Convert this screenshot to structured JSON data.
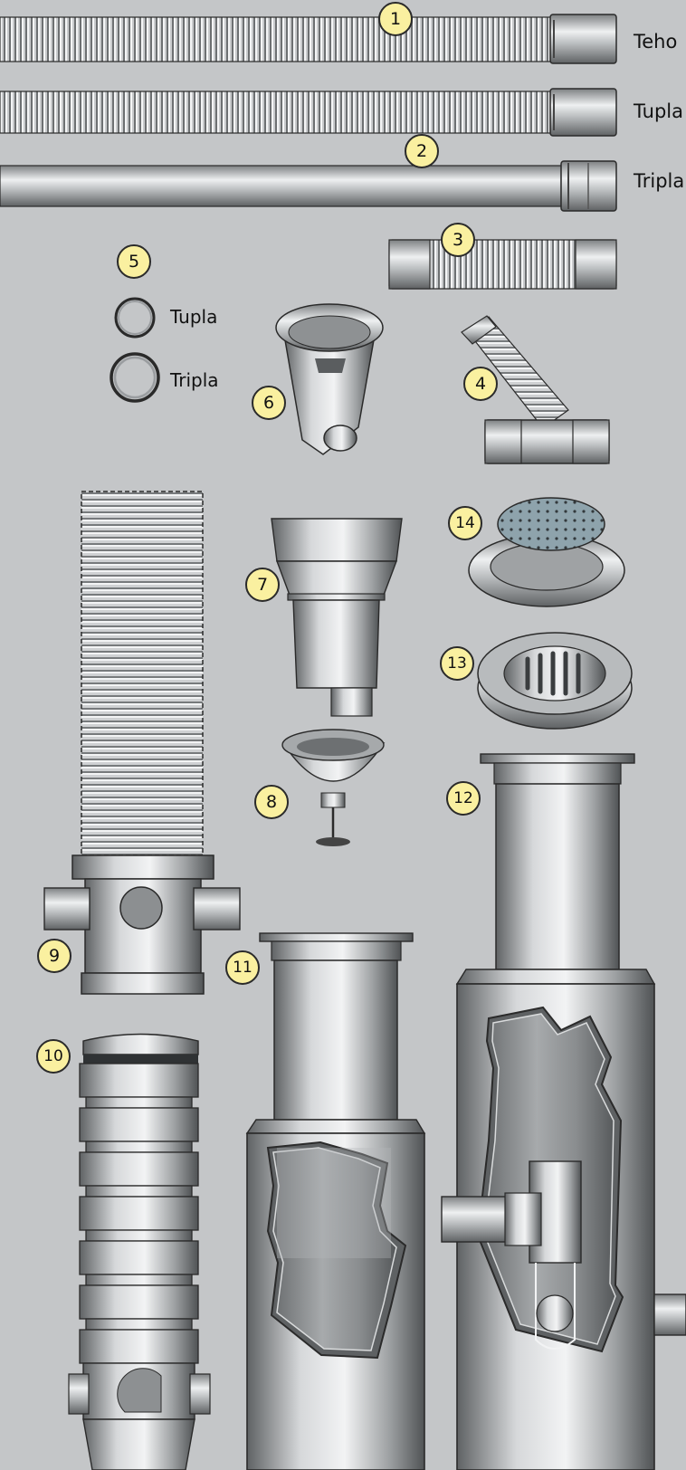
{
  "callouts": [
    "1",
    "2",
    "3",
    "4",
    "5",
    "6",
    "7",
    "8",
    "9",
    "10",
    "11",
    "12",
    "13",
    "14"
  ],
  "pipe_labels": {
    "teho": "Teho",
    "tupla": "Tupla",
    "tripla": "Tripla"
  },
  "ring_labels": {
    "tupla": "Tupla",
    "tripla": "Tripla"
  },
  "colors": {
    "background": "#c4c6c8",
    "callout_fill": "#faf0a0",
    "callout_stroke": "#2a2a2a",
    "metal_dark": "#6f7274",
    "metal_light": "#eef0f1",
    "outline": "#1e1e1e"
  }
}
